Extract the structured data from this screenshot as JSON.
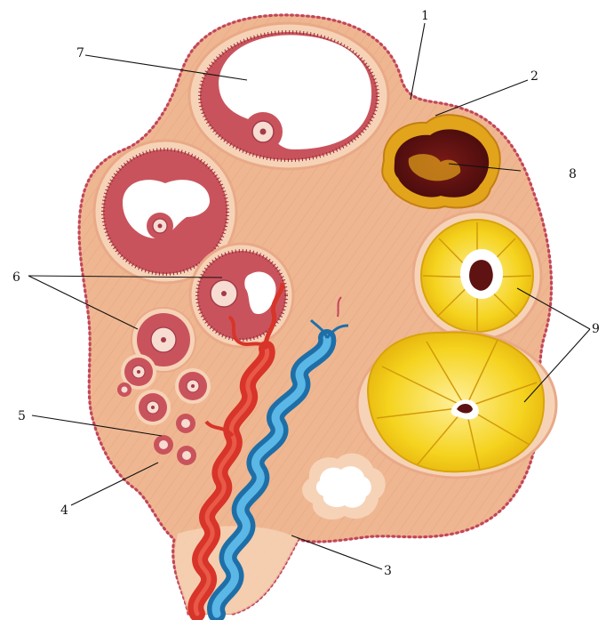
{
  "figure": {
    "labels": [
      {
        "id": "label-1",
        "text": "1"
      },
      {
        "id": "label-2",
        "text": "2"
      },
      {
        "id": "label-3",
        "text": "3"
      },
      {
        "id": "label-4",
        "text": "4"
      },
      {
        "id": "label-5",
        "text": "5"
      },
      {
        "id": "label-6",
        "text": "6"
      },
      {
        "id": "label-7",
        "text": "7"
      },
      {
        "id": "label-8",
        "text": "8"
      },
      {
        "id": "label-9",
        "text": "9"
      }
    ],
    "colors": {
      "background": "#ffffff",
      "stroma": "#efb791",
      "stroma_light": "#f6d3b7",
      "epithelium_dots": "#c2455e",
      "granulosa": "#c9535c",
      "antrum": "#ffffff",
      "corpus_luteum": "#f3cf1c",
      "corpus_luteum_light": "#fde96c",
      "corpus_rubrum": "#5e1212",
      "corpus_rubrum_ring": "#e2a41a",
      "artery": "#d8342a",
      "vein": "#3a9ccd",
      "leader_line": "#111111"
    }
  }
}
